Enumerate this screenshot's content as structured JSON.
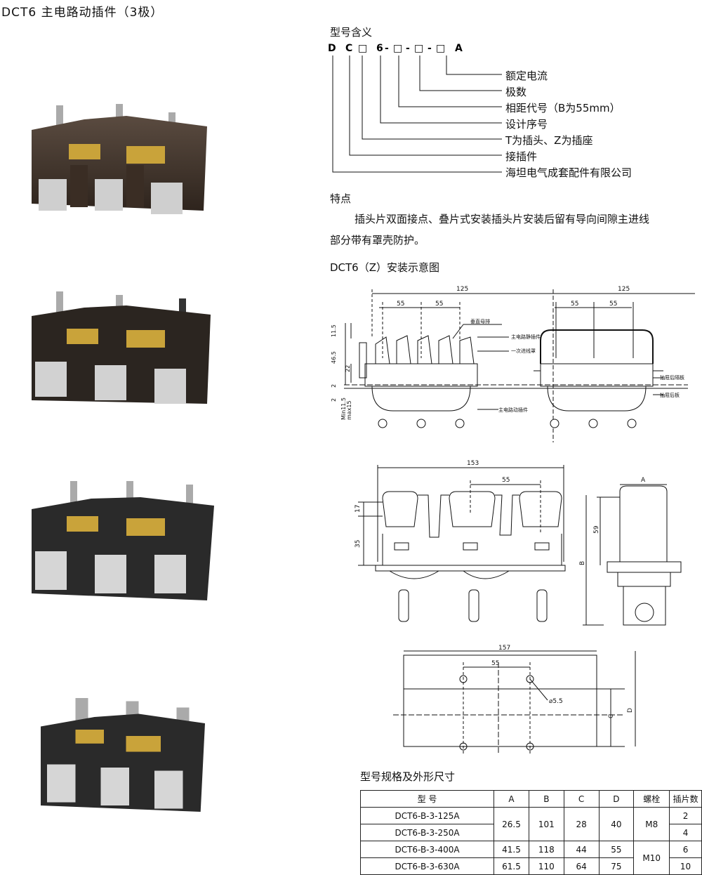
{
  "title": "DCT6 主电路动插件（3极）",
  "model_meaning": {
    "heading": "型号含义",
    "code_chars": [
      "D",
      "C",
      "□",
      "6",
      "-",
      "□",
      "-",
      "□",
      "-",
      "□",
      "A"
    ],
    "descriptions": [
      "额定电流",
      "极数",
      "相距代号（B为55mm）",
      "设计序号",
      "T为插头、Z为插座",
      "接插件",
      "海坦电气成套配件有限公司"
    ]
  },
  "features": {
    "heading": "特点",
    "line1": "插头片双面接点、叠片式安装插头片安装后留有导向间隙主进线",
    "line2": "部分带有罩壳防护。"
  },
  "install_diagram": {
    "heading": "DCT6（Z）安装示意图",
    "dims": {
      "d125a": "125",
      "d125b": "125",
      "d55a": "55",
      "d55b": "55",
      "d55c": "55",
      "d55d": "55",
      "d11_5": "11.5",
      "d46_5": "46.5",
      "d22": "22",
      "d2a": "2",
      "d2b": "2",
      "dmin": "Min11.5",
      "dmax": "max15"
    },
    "labels": {
      "vbus": "垂直母排",
      "static": "主电路静插件",
      "cover": "一次进线罩",
      "dynamic": "主电路动插件",
      "partition": "抽屉后隔板",
      "backplate": "抽屉后板"
    }
  },
  "front_view": {
    "d153": "153",
    "d55": "55",
    "d17": "17",
    "d35": "35",
    "dB": "B",
    "dA": "A",
    "d59": "59"
  },
  "hole_diagram": {
    "d157": "157",
    "d55": "55",
    "phi": "⌀5.5",
    "dC": "C",
    "dD": "D"
  },
  "spec_table": {
    "heading": "型号规格及外形尺寸",
    "headers": [
      "型 号",
      "A",
      "B",
      "C",
      "D",
      "螺栓",
      "插片数"
    ],
    "rows": [
      {
        "model": "DCT6-B-3-125A",
        "count": "2"
      },
      {
        "model": "DCT6-B-3-250A",
        "count": "4"
      },
      {
        "model": "DCT6-B-3-400A",
        "count": "6"
      },
      {
        "model": "DCT6-B-3-630A",
        "count": "10"
      }
    ],
    "group1": {
      "A": "26.5",
      "B": "101",
      "C": "28",
      "D": "40",
      "bolt": "M8"
    },
    "row3": {
      "A": "41.5",
      "B": "118",
      "C": "44",
      "D": "55"
    },
    "row4": {
      "A": "61.5",
      "B": "110",
      "C": "64",
      "D": "75"
    },
    "bolt2": "M10"
  }
}
